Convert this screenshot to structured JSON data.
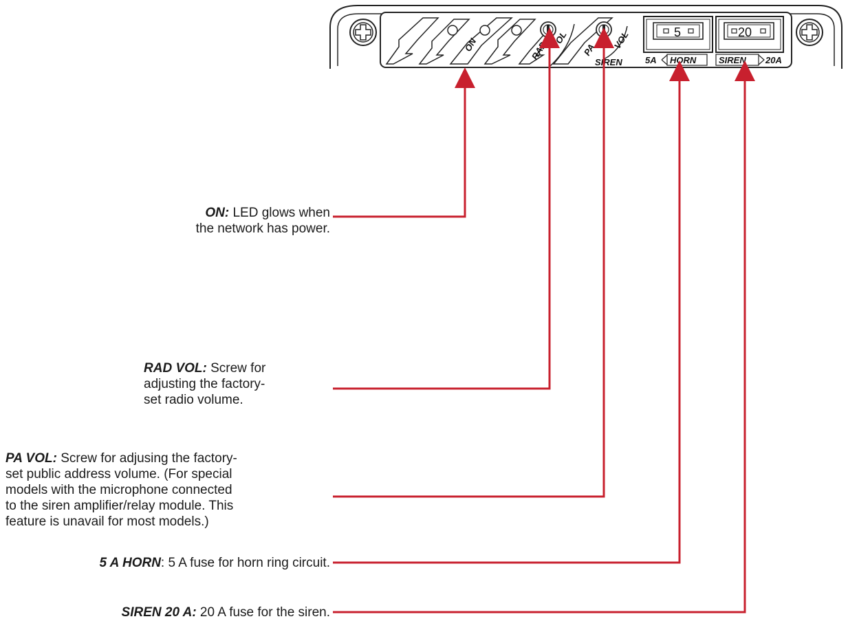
{
  "panel": {
    "labels": {
      "on": "ON",
      "rad": "RAD",
      "vol1": "VOL",
      "pa": "PA",
      "vol2": "VOL",
      "siren": "SIREN",
      "fuse_horn_value": "5",
      "fuse_siren_value": "20",
      "fuse_horn_label_a": "5A",
      "fuse_horn_label_b": "HORN",
      "fuse_siren_label_a": "SIREN",
      "fuse_siren_label_b": "20A"
    },
    "leader_color": "#c8202e"
  },
  "callouts": {
    "on": {
      "lead": "ON:",
      "line1": " LED glows when",
      "line2": "the network has power."
    },
    "rad_vol": {
      "lead": "RAD VOL:",
      "line1": " Screw for",
      "line2": "adjusting the factory-",
      "line3": "set radio volume."
    },
    "pa_vol": {
      "lead": "PA VOL:",
      "line1": " Screw for adjusing the factory-",
      "line2": "set public address volume. (For special",
      "line3": "models with the microphone connected",
      "line4": "to the siren amplifier/relay module. This",
      "line5": "feature is unavail for most models.)"
    },
    "horn": {
      "lead": "5 A HORN",
      "rest": ": 5 A fuse for horn ring circuit."
    },
    "siren": {
      "lead": "SIREN 20 A:",
      "rest": " 20 A fuse for the siren."
    }
  }
}
